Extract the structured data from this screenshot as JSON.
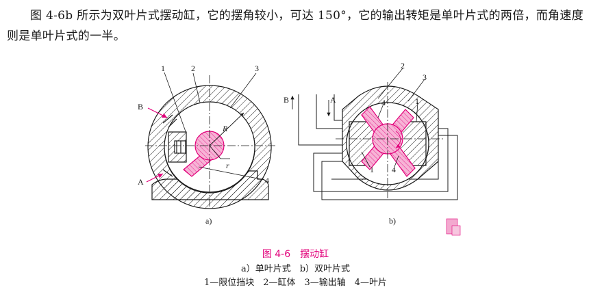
{
  "paragraph": "图 4-6b 所示为双叶片式摆动缸，它的摆角较小，可达 150°，它的输出转矩是单叶片式的两倍，而角速度则是单叶片式的一半。",
  "figure_a": {
    "sublabel": "a)",
    "labels": {
      "n1": "1",
      "n2": "2",
      "n3": "3",
      "n4": "4",
      "B": "B",
      "A": "A",
      "R": "R",
      "r": "r"
    }
  },
  "figure_b": {
    "sublabel": "b)",
    "labels": {
      "n2": "2",
      "n3": "3",
      "n4a": "4",
      "n1a": "1",
      "n1b": "1",
      "n4b": "4",
      "B": "B",
      "A": "A"
    }
  },
  "caption": {
    "title": "图 4-6　摆动缸",
    "subtitle": "a）单叶片式　b）双叶片式",
    "legend": "1—限位挡块　2—缸体　3—输出轴　4—叶片"
  },
  "colors": {
    "accent": "#e2007a",
    "pink_fill": "#f7b3d6",
    "line": "#1a1a1a"
  }
}
